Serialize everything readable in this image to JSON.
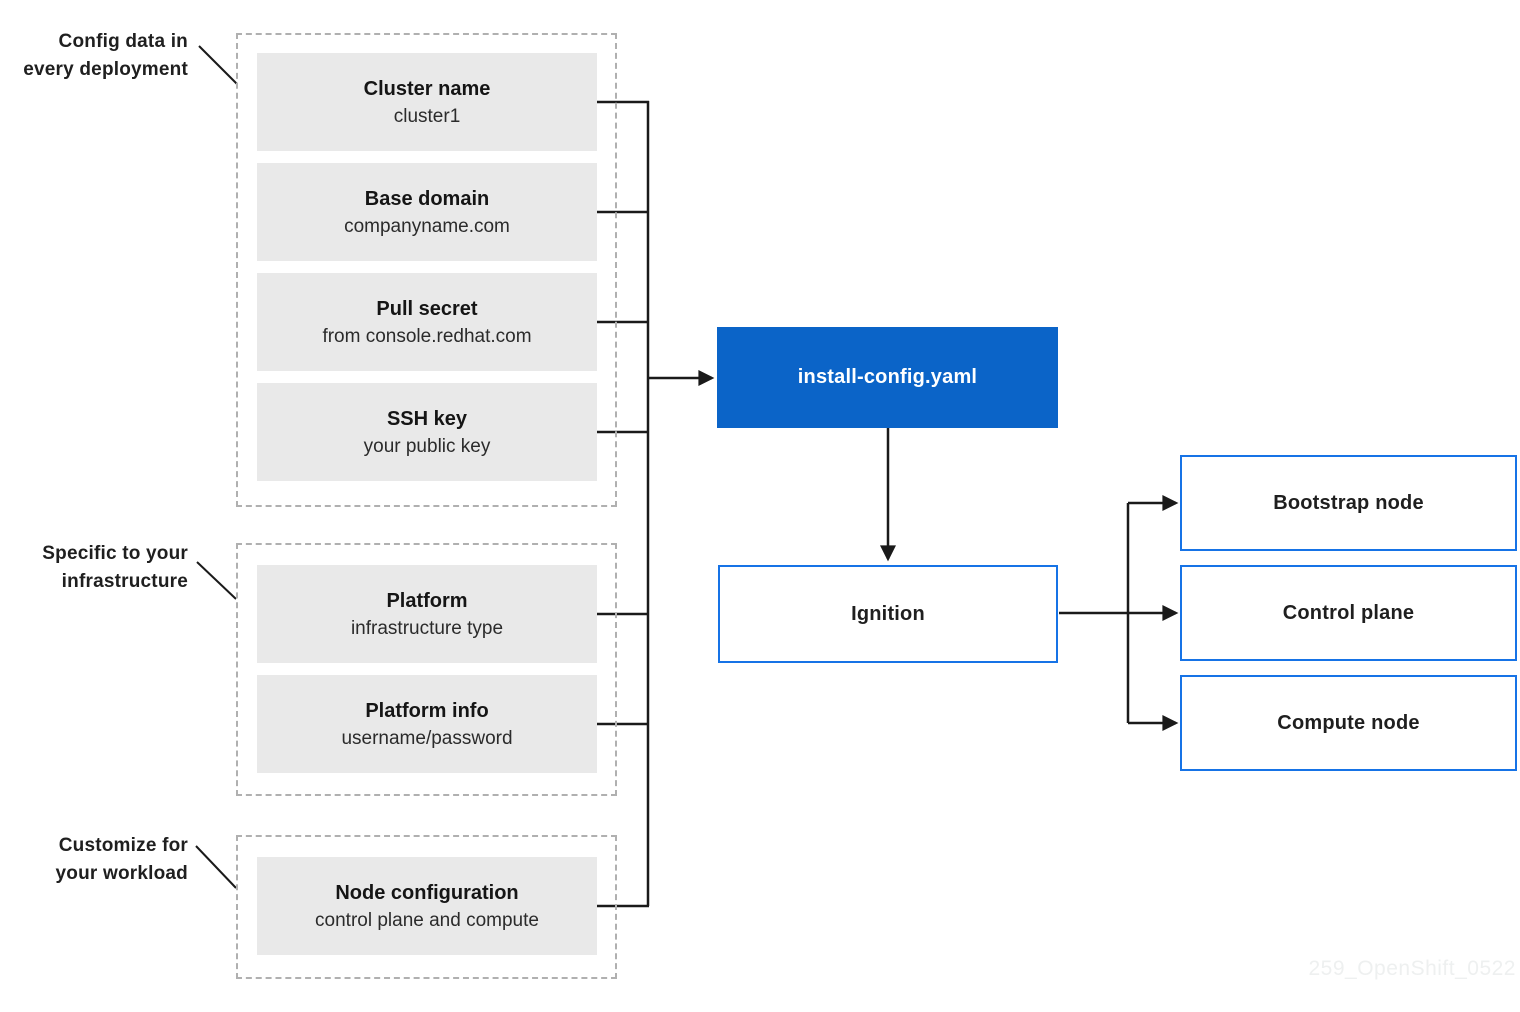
{
  "colors": {
    "accent_blue": "#0b64c8",
    "outline_blue": "#1673e6",
    "box_gray": "#e9e9e9",
    "line_black": "#1a1a1a",
    "dashed_border_gray": "#b0b0b0",
    "watermark_gray": "#eef0f0"
  },
  "groups": [
    {
      "label_line1": "Config data in",
      "label_line2": "every deployment",
      "boxes": [
        {
          "title": "Cluster name",
          "subtitle": "cluster1"
        },
        {
          "title": "Base domain",
          "subtitle": "companyname.com"
        },
        {
          "title": "Pull secret",
          "subtitle": "from console.redhat.com"
        },
        {
          "title": "SSH key",
          "subtitle": "your public key"
        }
      ]
    },
    {
      "label_line1": "Specific to your",
      "label_line2": "infrastructure",
      "boxes": [
        {
          "title": "Platform",
          "subtitle": "infrastructure type"
        },
        {
          "title": "Platform info",
          "subtitle": "username/password"
        }
      ]
    },
    {
      "label_line1": "Customize for",
      "label_line2": "your workload",
      "boxes": [
        {
          "title": "Node configuration",
          "subtitle": "control plane and compute"
        }
      ]
    }
  ],
  "install_config": {
    "label": "install-config.yaml"
  },
  "ignition": {
    "label": "Ignition"
  },
  "nodes": [
    {
      "label": "Bootstrap node"
    },
    {
      "label": "Control plane"
    },
    {
      "label": "Compute node"
    }
  ],
  "watermark": "259_OpenShift_0522"
}
